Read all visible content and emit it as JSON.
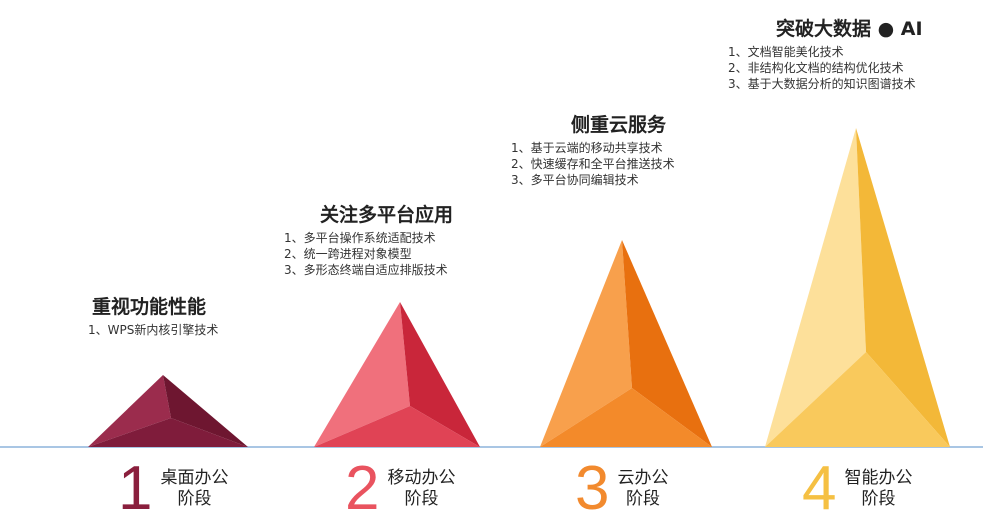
{
  "stages": [
    {
      "number": "1",
      "label_line1": "桌面办公",
      "label_line2": "阶段",
      "title": "重视功能性能",
      "items": [
        "1、WPS新内核引擎技术"
      ],
      "colors": {
        "left": "#9b2c4d",
        "right": "#6e1630",
        "front": "#7f1c3b",
        "number": "#8a1f3d"
      }
    },
    {
      "number": "2",
      "label_line1": "移动办公",
      "label_line2": "阶段",
      "title": "关注多平台应用",
      "items": [
        "1、多平台操作系统适配技术",
        "2、统一跨进程对象模型",
        "3、多形态终端自适应排版技术"
      ],
      "colors": {
        "left": "#f0707c",
        "right": "#c9263a",
        "front": "#e04355",
        "number": "#e9535f"
      }
    },
    {
      "number": "3",
      "label_line1": "云办公",
      "label_line2": "阶段",
      "title": "侧重云服务",
      "items": [
        "1、基于云端的移动共享技术",
        "2、快速缓存和全平台推送技术",
        "3、多平台协同编辑技术"
      ],
      "colors": {
        "left": "#f8a04c",
        "right": "#e8700f",
        "front": "#f38a2a",
        "number": "#f28a2e"
      }
    },
    {
      "number": "4",
      "label_line1": "智能办公",
      "label_line2": "阶段",
      "title": "突破大数据 ● AI",
      "items": [
        "1、文档智能美化技术",
        "2、非结构化文档的结构优化技术",
        "3、基于大数据分析的知识图谱技术"
      ],
      "colors": {
        "left": "#fde09a",
        "right": "#f3b838",
        "front": "#f9c95c",
        "number": "#f5c043"
      }
    }
  ],
  "baseline_color": "#a9c6e4"
}
